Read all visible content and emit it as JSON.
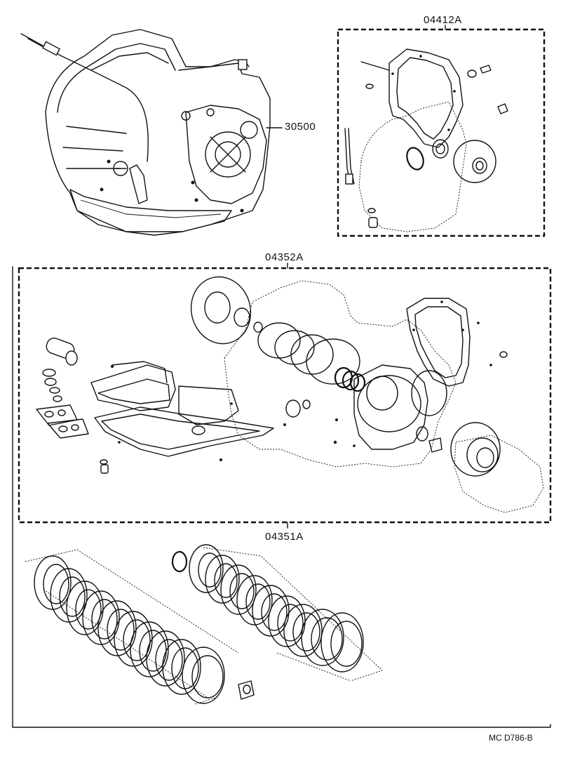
{
  "labels": {
    "transaxle_assy": "30500",
    "gasket_kit": "04412A",
    "overhaul_kit": "04352A",
    "disc_kit": "04351A"
  },
  "reference": {
    "code": "MC  D786-B"
  }
}
